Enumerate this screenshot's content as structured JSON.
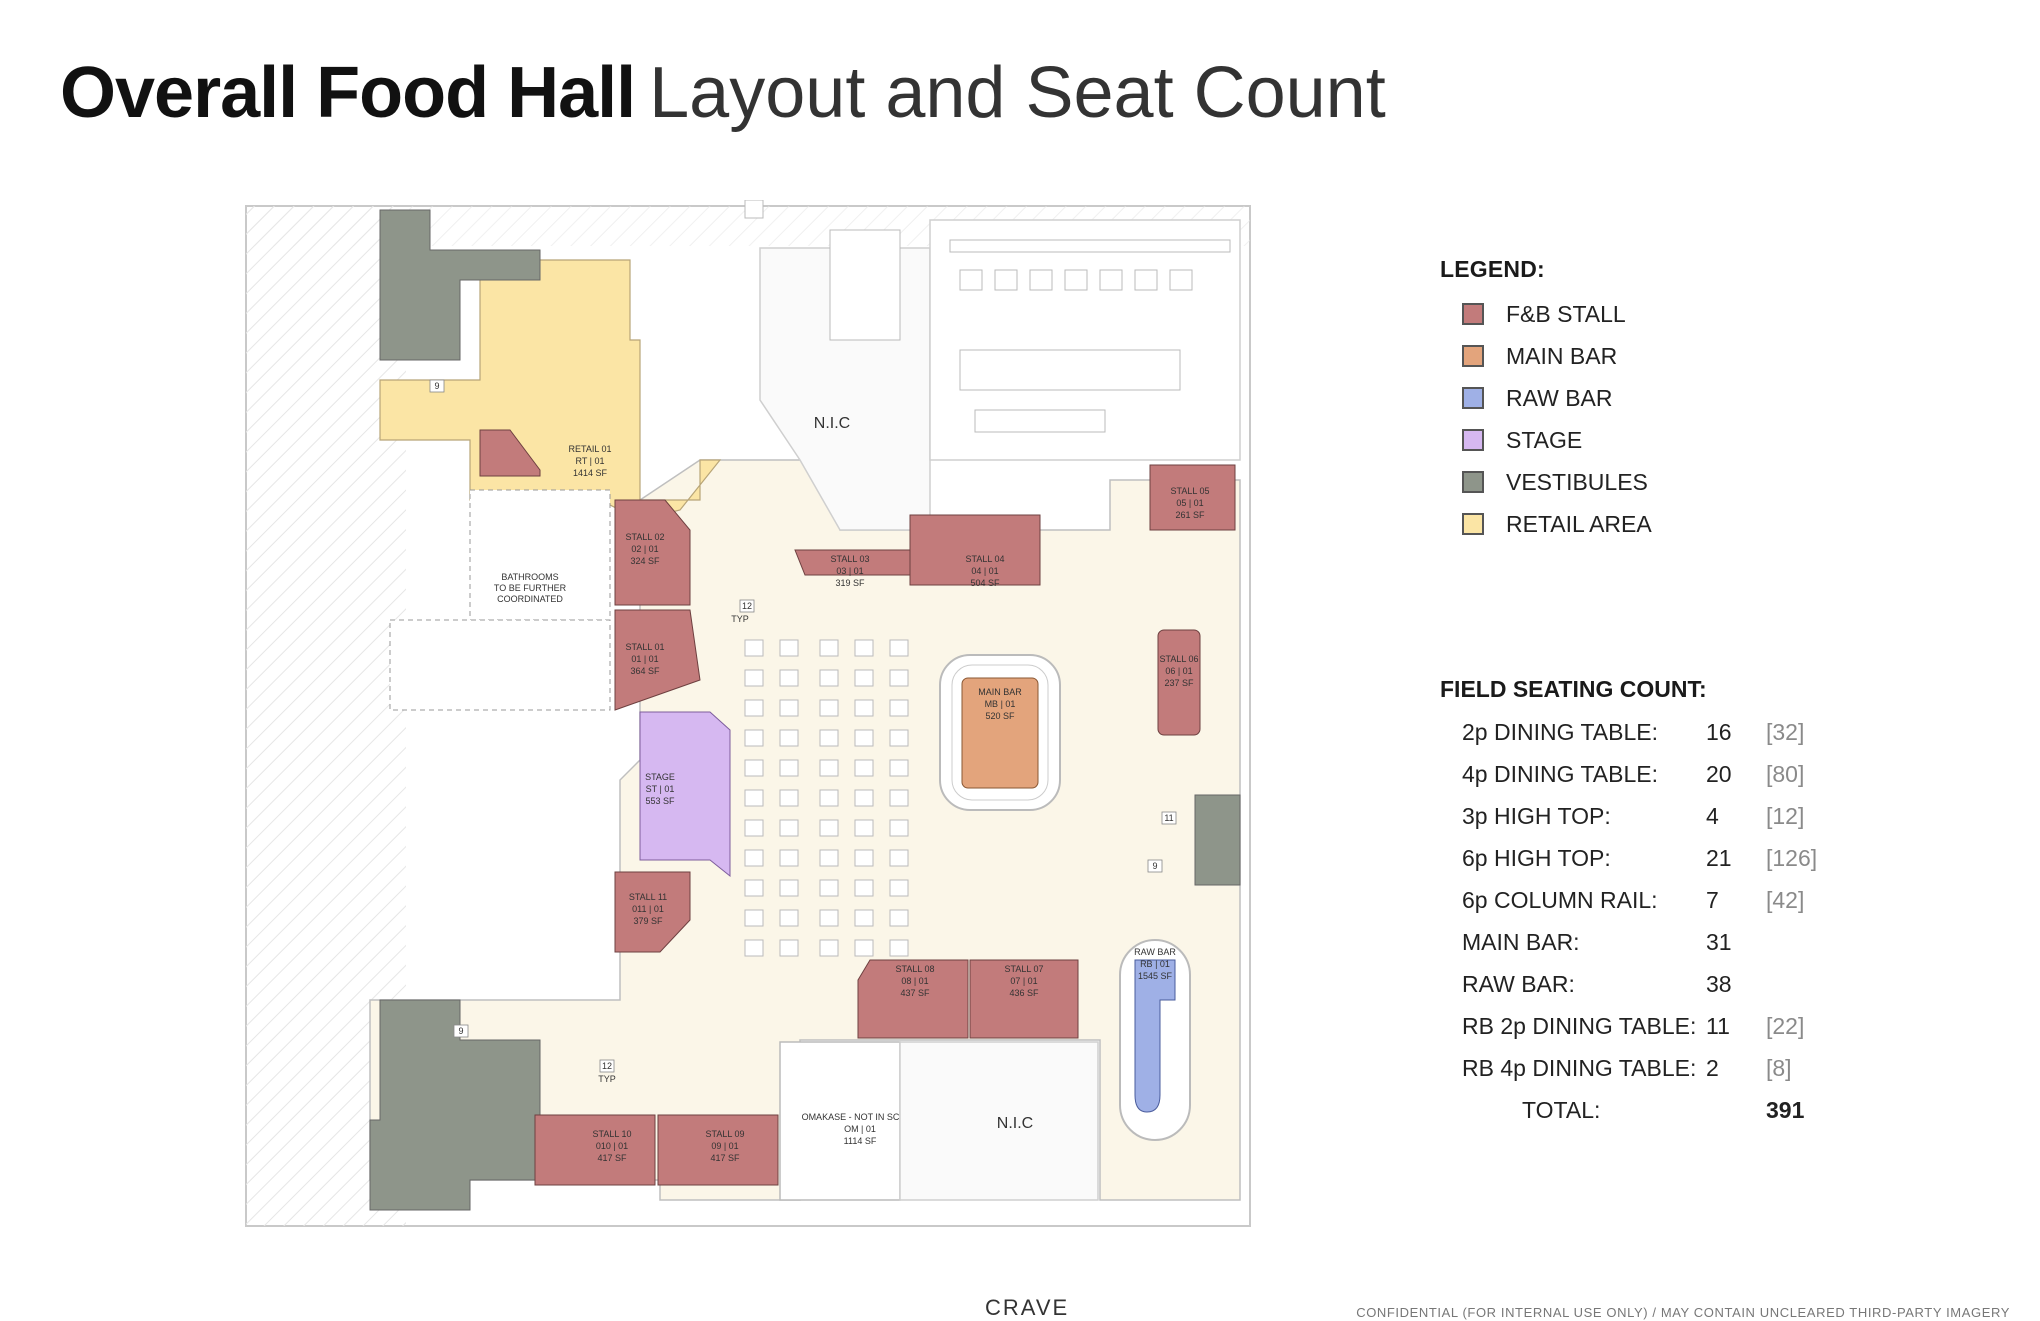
{
  "title": {
    "bold": "Overall Food Hall",
    "light": "Layout and Seat Count"
  },
  "legend": {
    "title": "LEGEND:",
    "items": [
      {
        "label": "F&B STALL",
        "color": "#c27b7b"
      },
      {
        "label": "MAIN BAR",
        "color": "#e3a47c"
      },
      {
        "label": "RAW BAR",
        "color": "#9fb0e6"
      },
      {
        "label": "STAGE",
        "color": "#d6b8f1"
      },
      {
        "label": "VESTIBULES",
        "color": "#8e958a"
      },
      {
        "label": "RETAIL AREA",
        "color": "#fbe5a5"
      }
    ]
  },
  "seating": {
    "title": "FIELD SEATING COUNT:",
    "rows": [
      {
        "label": "2p DINING TABLE:",
        "count": "16",
        "cap": "[32]"
      },
      {
        "label": "4p DINING TABLE:",
        "count": "20",
        "cap": "[80]"
      },
      {
        "label": "3p HIGH TOP:",
        "count": "4",
        "cap": "[12]"
      },
      {
        "label": "6p HIGH TOP:",
        "count": "21",
        "cap": "[126]"
      },
      {
        "label": "6p COLUMN RAIL:",
        "count": "7",
        "cap": "[42]"
      },
      {
        "label": "MAIN BAR:",
        "count": "31",
        "cap": ""
      },
      {
        "label": "RAW BAR:",
        "count": "38",
        "cap": ""
      },
      {
        "label": "RB 2p DINING TABLE:",
        "count": "11",
        "cap": "[22]"
      },
      {
        "label": "RB 4p DINING TABLE:",
        "count": "2",
        "cap": "[8]"
      }
    ],
    "total": {
      "label": "TOTAL:",
      "count": "391"
    }
  },
  "plan": {
    "nic_top": "N.I.C",
    "nic_bottom": "N.I.C",
    "retail": {
      "name": "RETAIL 01",
      "code": "RT | 01",
      "area": "1414 SF"
    },
    "bathrooms": {
      "line1": "BATHROOMS",
      "line2": "TO BE FURTHER",
      "line3": "COORDINATED"
    },
    "stage": {
      "name": "STAGE",
      "code": "ST | 01",
      "area": "553 SF"
    },
    "main_bar": {
      "name": "MAIN BAR",
      "code": "MB | 01",
      "area": "520 SF"
    },
    "raw_bar": {
      "name": "RAW BAR",
      "code": "RB | 01",
      "area": "1545 SF"
    },
    "omakase": {
      "name": "OMAKASE - NOT IN SCOPE",
      "code": "OM | 01",
      "area": "1114 SF"
    },
    "stalls": [
      {
        "name": "STALL 01",
        "code": "01 | 01",
        "area": "364 SF"
      },
      {
        "name": "STALL 02",
        "code": "02 | 01",
        "area": "324 SF"
      },
      {
        "name": "STALL 03",
        "code": "03 | 01",
        "area": "319 SF"
      },
      {
        "name": "STALL 04",
        "code": "04 | 01",
        "area": "504 SF"
      },
      {
        "name": "STALL 05",
        "code": "05 | 01",
        "area": "261 SF"
      },
      {
        "name": "STALL 06",
        "code": "06 | 01",
        "area": "237 SF"
      },
      {
        "name": "STALL 07",
        "code": "07 | 01",
        "area": "436 SF"
      },
      {
        "name": "STALL 08",
        "code": "08 | 01",
        "area": "437 SF"
      },
      {
        "name": "STALL 09",
        "code": "09 | 01",
        "area": "417 SF"
      },
      {
        "name": "STALL 10",
        "code": "010 | 01",
        "area": "417 SF"
      },
      {
        "name": "STALL 11",
        "code": "011 | 01",
        "area": "379 SF"
      }
    ],
    "notes": [
      "9",
      "9",
      "9",
      "11",
      "12",
      "TYP",
      "12",
      "TYP"
    ]
  },
  "brand": "CRAVE",
  "footer_note": "CONFIDENTIAL (FOR INTERNAL USE ONLY) / MAY CONTAIN UNCLEARED THIRD-PARTY IMAGERY"
}
